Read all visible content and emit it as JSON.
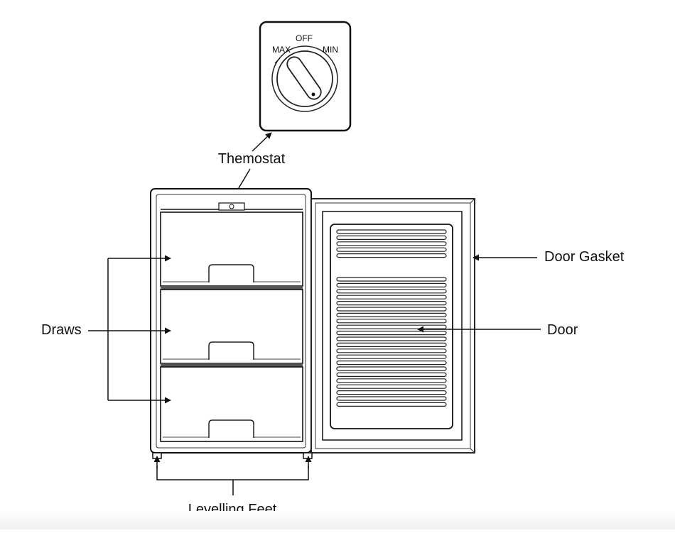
{
  "thermostat_panel": {
    "dial_labels": {
      "off": "OFF",
      "max": "MAX",
      "min": "MIN"
    }
  },
  "callouts": {
    "thermostat": "Themostat",
    "door_gasket": "Door Gasket",
    "door": "Door",
    "drawers": "Draws",
    "levelling_feet": "Levelling Feet"
  },
  "drawer_count": 3,
  "door_vent_slats": {
    "upper_group": 5,
    "lower_group": 22
  }
}
